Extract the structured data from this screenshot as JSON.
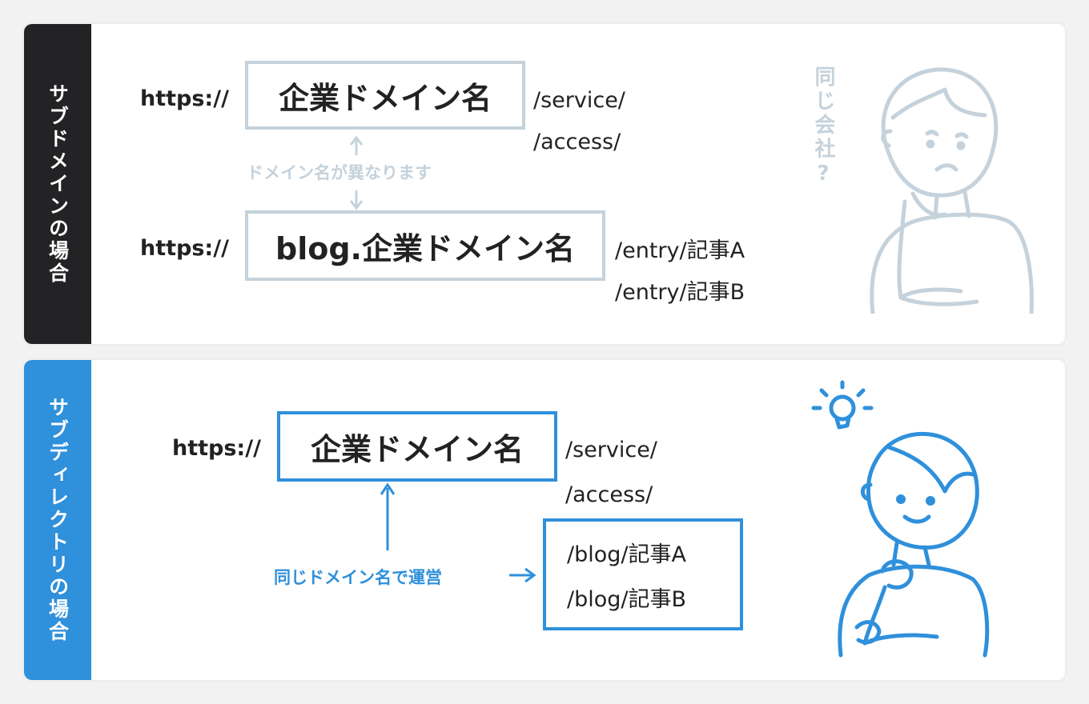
{
  "colors": {
    "dark_band": "#232325",
    "blue_band": "#2f90db",
    "gray_accent": "#c5d2db",
    "blue_accent": "#2f90db"
  },
  "subdomain": {
    "side_label": "サブドメインの場合",
    "row1": {
      "protocol": "https://",
      "domain": "企業ドメイン名",
      "paths": [
        "/service/",
        "/access/"
      ]
    },
    "note": "ドメイン名が異なります",
    "row2": {
      "protocol": "https://",
      "domain": "blog.企業ドメイン名",
      "paths": [
        "/entry/記事A",
        "/entry/記事B"
      ]
    },
    "question": "同じ会社?",
    "illustration_icon": "thinking-person-icon"
  },
  "subdirectory": {
    "side_label": "サブディレクトリの場合",
    "row1": {
      "protocol": "https://",
      "domain": "企業ドメイン名",
      "paths": [
        "/service/",
        "/access/"
      ]
    },
    "note": "同じドメイン名で運営",
    "blog_paths": [
      "/blog/記事A",
      "/blog/記事B"
    ],
    "illustration_icon": "idea-person-icon",
    "bulb_icon": "lightbulb-icon"
  }
}
